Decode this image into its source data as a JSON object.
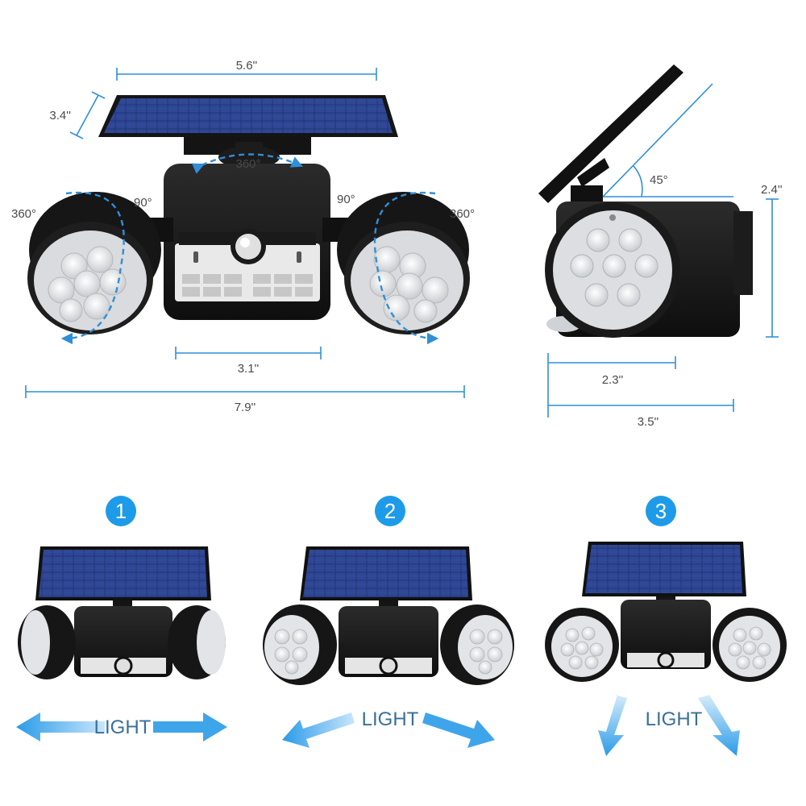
{
  "dimensions": {
    "panel_width": "5.6''",
    "panel_depth": "3.4''",
    "body_width": "3.1''",
    "total_width": "7.9''",
    "height": "2.4''",
    "head_depth": "2.3''",
    "total_depth": "3.5''"
  },
  "angles": {
    "rotate_top": "360°",
    "rotate_left": "360°",
    "rotate_right": "360°",
    "tilt_left": "90°",
    "tilt_right": "90°",
    "panel_tilt": "45°"
  },
  "modes": [
    {
      "number": "1",
      "label": "LIGHT"
    },
    {
      "number": "2",
      "label": "LIGHT"
    },
    {
      "number": "3",
      "label": "LIGHT"
    }
  ],
  "colors": {
    "accent": "#2f8fd8",
    "panel": "#22357a",
    "body": "#1a1a1a",
    "badge": "#1e9be8"
  }
}
